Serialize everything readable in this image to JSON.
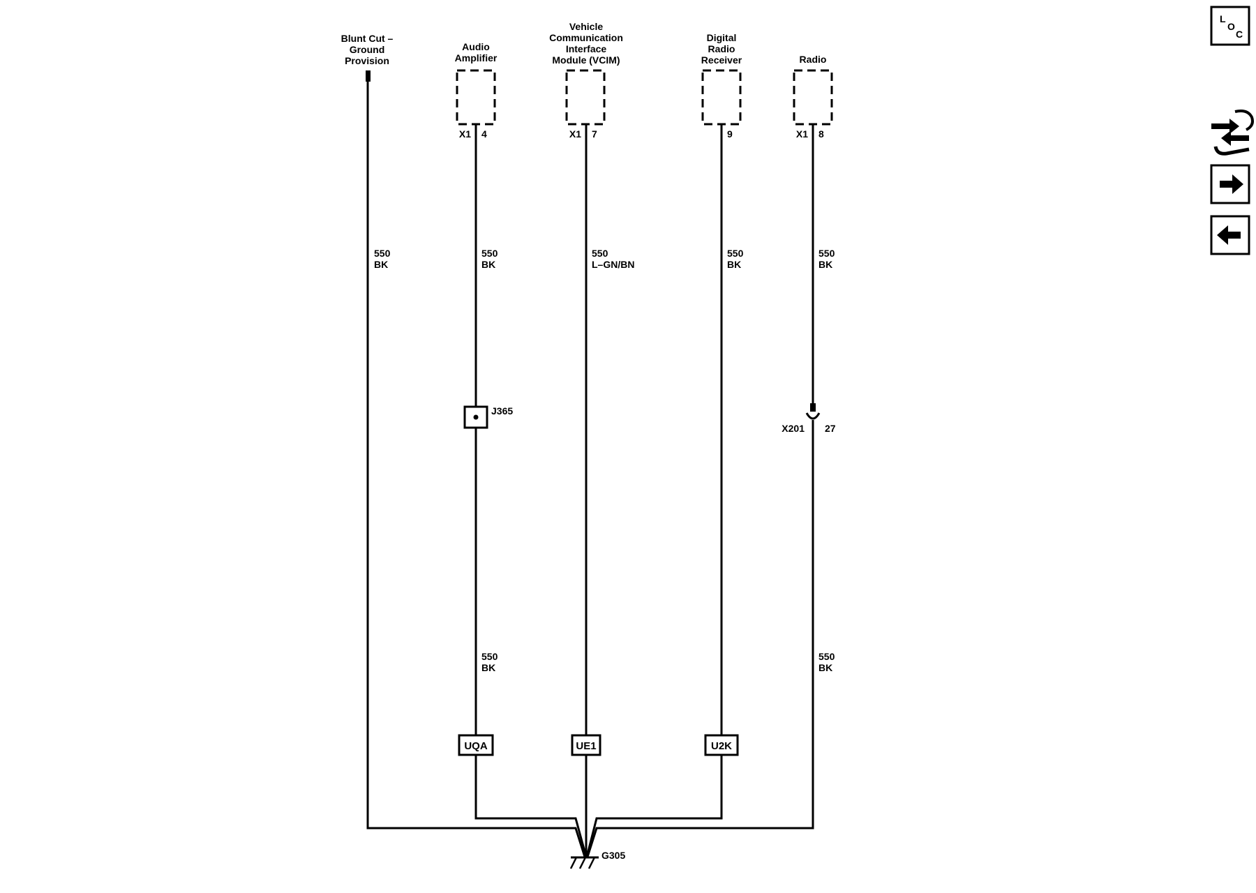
{
  "components": [
    {
      "id": "blunt-cut",
      "label_lines": [
        "Blunt Cut –",
        "Ground",
        "Provision"
      ]
    },
    {
      "id": "audio-amplifier",
      "label_lines": [
        "Audio",
        "Amplifier"
      ],
      "connector": "X1",
      "pin": "4"
    },
    {
      "id": "vcim",
      "label_lines": [
        "Vehicle",
        "Communication",
        "Interface",
        "Module (VCIM)"
      ],
      "connector": "X1",
      "pin": "7"
    },
    {
      "id": "digital-radio-receiver",
      "label_lines": [
        "Digital",
        "Radio",
        "Receiver"
      ],
      "pin": "9"
    },
    {
      "id": "radio",
      "label_lines": [
        "Radio"
      ],
      "connector": "X1",
      "pin": "8"
    }
  ],
  "wire_labels": [
    {
      "id": "w-blunt",
      "circuit": "550",
      "color": "BK"
    },
    {
      "id": "w-amp-upper",
      "circuit": "550",
      "color": "BK"
    },
    {
      "id": "w-vcim",
      "circuit": "550",
      "color": "L–GN/BN"
    },
    {
      "id": "w-drr",
      "circuit": "550",
      "color": "BK"
    },
    {
      "id": "w-radio-upper",
      "circuit": "550",
      "color": "BK"
    },
    {
      "id": "w-amp-lower",
      "circuit": "550",
      "color": "BK"
    },
    {
      "id": "w-radio-lower",
      "circuit": "550",
      "color": "BK"
    }
  ],
  "splice": {
    "label": "J365"
  },
  "inline_connector": {
    "label": "X201",
    "pin": "27"
  },
  "option_tags": [
    "UQA",
    "UE1",
    "U2K"
  ],
  "ground": {
    "label": "G305"
  },
  "side_panel": {
    "loc_letters": [
      "L",
      "O",
      "C"
    ],
    "icons": [
      "wrench-swap-icon",
      "arrow-right-icon",
      "arrow-left-icon"
    ]
  }
}
